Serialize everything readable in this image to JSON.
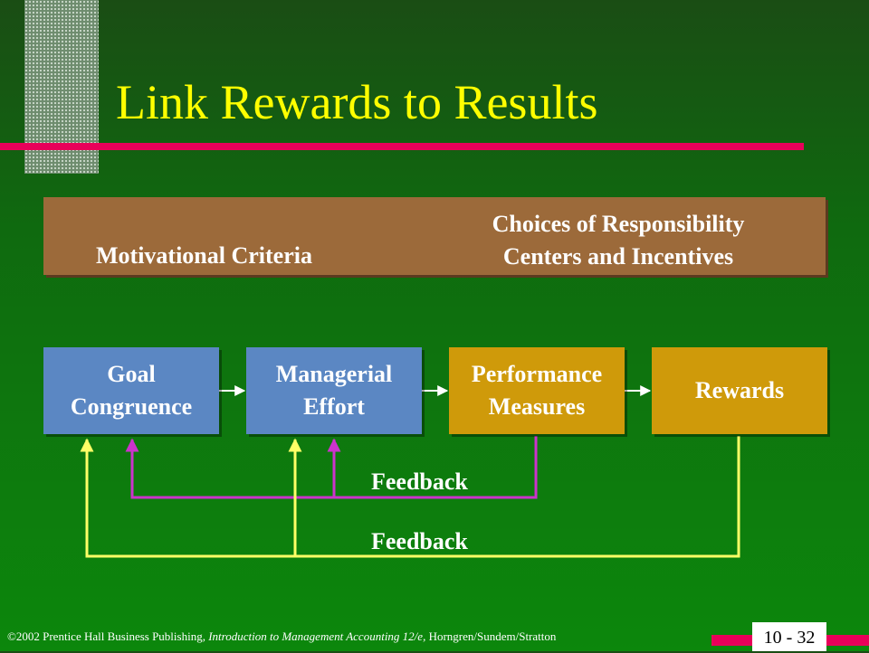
{
  "title": "Link Rewards to Results",
  "banner": {
    "left_label": "Motivational Criteria",
    "right_line1": "Choices of Responsibility",
    "right_line2": "Centers and Incentives"
  },
  "boxes": [
    {
      "line1": "Goal",
      "line2": "Congruence"
    },
    {
      "line1": "Managerial",
      "line2": "Effort"
    },
    {
      "line1": "Performance",
      "line2": "Measures"
    },
    {
      "line1": "Rewards",
      "line2": ""
    }
  ],
  "feedback_labels": [
    "Feedback",
    "Feedback"
  ],
  "footer": {
    "prefix": "©2002 Prentice Hall Business Publishing, ",
    "book": "Introduction to Management Accounting 12/e,",
    "suffix": " Horngren/Sundem/Stratton"
  },
  "page_number": "10 - 32",
  "colors": {
    "title": "#ffff00",
    "accent_rule": "#e8005a",
    "banner": "#9c6a3a",
    "box_blue": "#5b87c3",
    "box_gold": "#cf9a0a",
    "feedback_magenta": "#cc33cc",
    "feedback_yellow": "#ffff66"
  }
}
